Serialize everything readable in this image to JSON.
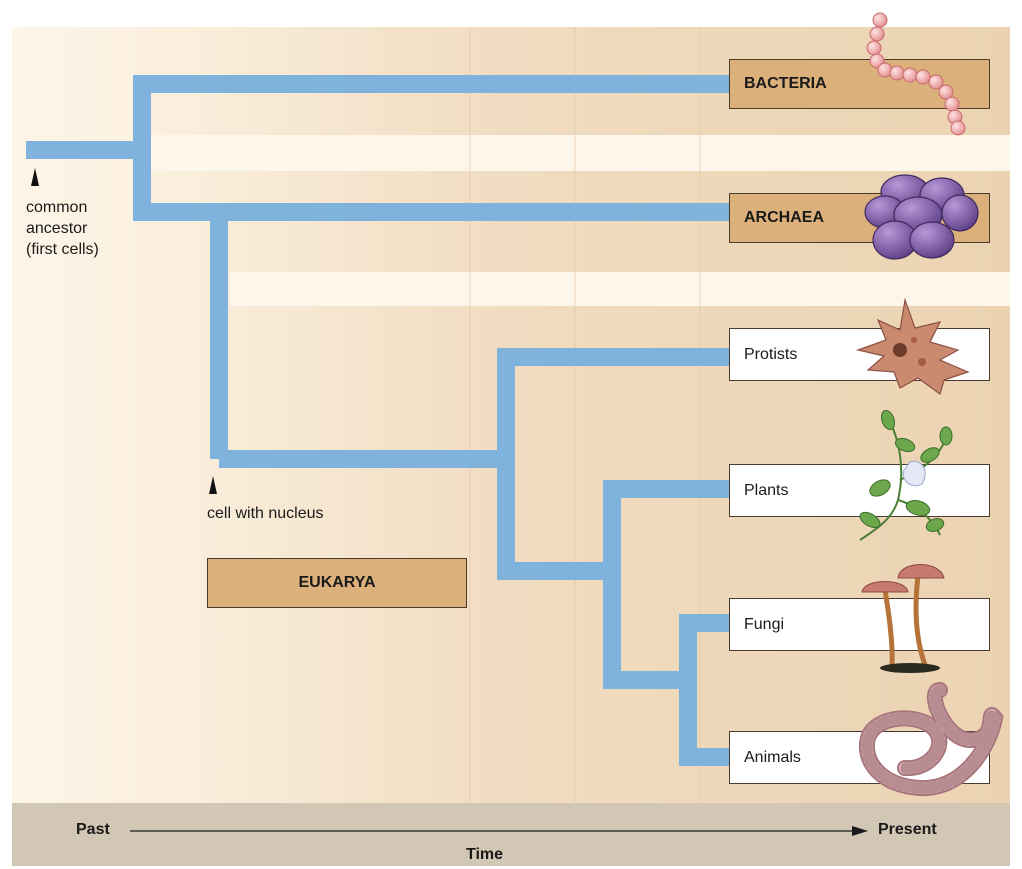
{
  "domains": {
    "bacteria": "BACTERIA",
    "archaea": "ARCHAEA",
    "eukarya": "EUKARYA"
  },
  "groups": {
    "protists": "Protists",
    "plants": "Plants",
    "fungi": "Fungi",
    "animals": "Animals"
  },
  "markers": {
    "common_ancestor": [
      "common",
      "ancestor",
      "(first cells)"
    ],
    "nucleus": "cell with nucleus"
  },
  "time_axis": {
    "start": "Past",
    "end": "Present",
    "label": "Time"
  },
  "icons": [
    "bacteria-chain-icon",
    "archaea-cluster-icon",
    "amoeba-icon",
    "plant-icon",
    "mushroom-icon",
    "earthworm-icon"
  ],
  "colors": {
    "branch": "#7fb2dc",
    "band": "#f0dcc0",
    "domain_box": "#dcb07a",
    "axis_bar": "#d2c6b4"
  }
}
